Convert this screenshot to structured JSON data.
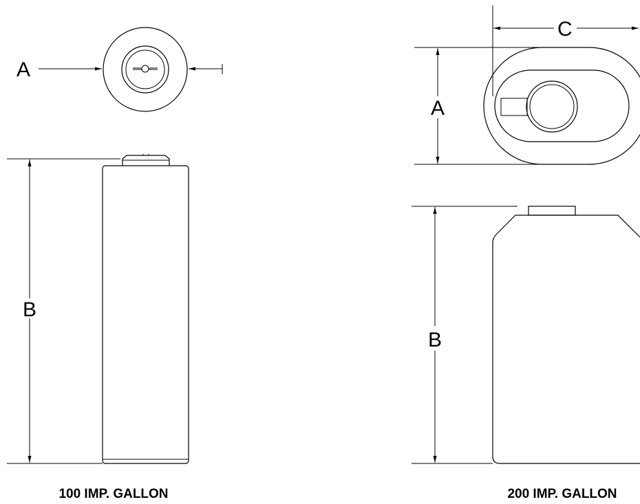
{
  "tank_100": {
    "dimension_a": "A",
    "dimension_b": "B",
    "caption": "100 IMP. GALLON"
  },
  "tank_200": {
    "dimension_a": "A",
    "dimension_b": "B",
    "dimension_c": "C",
    "caption": "200 IMP. GALLON"
  }
}
